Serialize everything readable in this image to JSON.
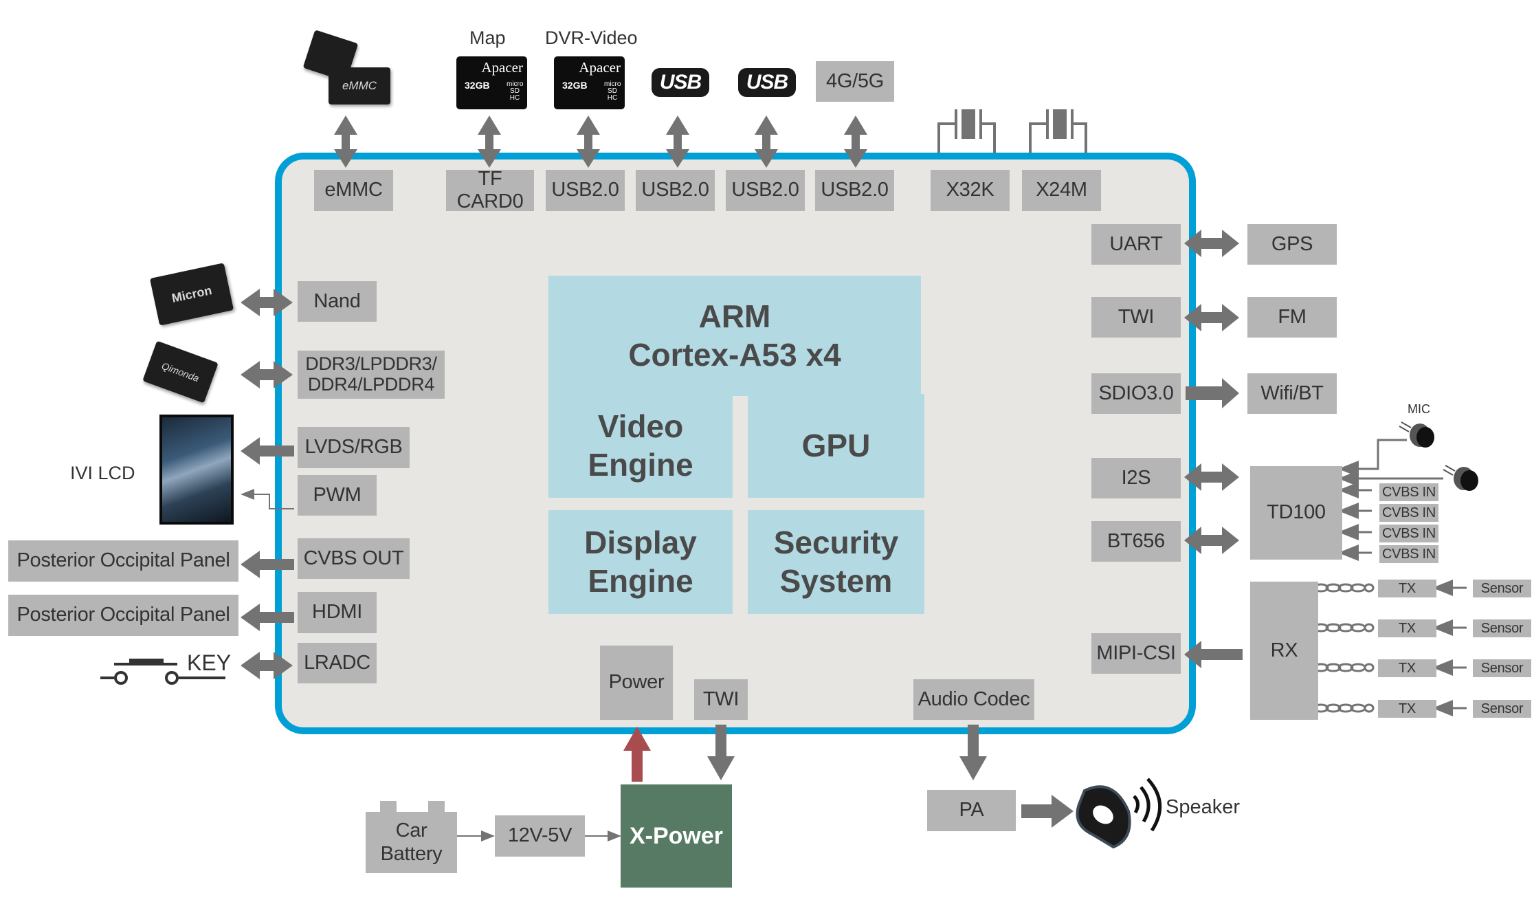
{
  "diagram": {
    "title": "IVI SoC block diagram",
    "colors": {
      "soc_border": "#00a0d6",
      "soc_fill": "#e8e6e3",
      "interface_box": "#b5b5b5",
      "core_block": "#b3d9e3",
      "arrow": "#737373",
      "power_arrow": "#a84c4f",
      "xpower": "#567a63"
    }
  },
  "core": {
    "arm": "ARM\nCortex-A53 x4",
    "video": "Video\nEngine",
    "gpu": "GPU",
    "display": "Display\nEngine",
    "security": "Security\nSystem"
  },
  "top": {
    "interfaces": [
      "eMMC",
      "TF CARD0",
      "USB2.0",
      "USB2.0",
      "USB2.0",
      "USB2.0",
      "X32K",
      "X24M"
    ],
    "labels": {
      "map": "Map",
      "dvr": "DVR-Video"
    },
    "emmc_chip": "eMMC",
    "sd_brand": "Apacer",
    "sd_capacity": "32GB",
    "sd_type": "micro SD HC",
    "usb_logo": "USB",
    "modem": "4G/5G"
  },
  "left": {
    "interfaces": [
      "Nand",
      "DDR3/LPDDR3/\nDDR4/LPDDR4",
      "LVDS/RGB",
      "PWM",
      "CVBS OUT",
      "HDMI",
      "LRADC"
    ],
    "nand_chip": "Micron",
    "ddr_chip": "Qimonda",
    "ivi_lcd": "IVI LCD",
    "panels": [
      "Posterior Occipital Panel",
      "Posterior Occipital Panel"
    ],
    "key": "KEY"
  },
  "right": {
    "interfaces": [
      "UART",
      "TWI",
      "SDIO3.0",
      "I2S",
      "BT656",
      "MIPI-CSI"
    ],
    "peripherals": [
      "GPS",
      "FM",
      "Wifi/BT"
    ],
    "td100": "TD100",
    "mic": "MIC",
    "cvbs_in": [
      "CVBS IN",
      "CVBS IN",
      "CVBS IN",
      "CVBS IN"
    ],
    "rx": "RX",
    "tx": [
      "TX",
      "TX",
      "TX",
      "TX"
    ],
    "sensors": [
      "Sensor",
      "Sensor",
      "Sensor",
      "Sensor"
    ]
  },
  "bottom": {
    "power": "Power",
    "twi": "TWI",
    "audio_codec": "Audio Codec",
    "pa": "PA",
    "speaker": "Speaker",
    "car_battery": "Car\nBattery",
    "converter": "12V-5V",
    "xpower": "X-Power"
  }
}
